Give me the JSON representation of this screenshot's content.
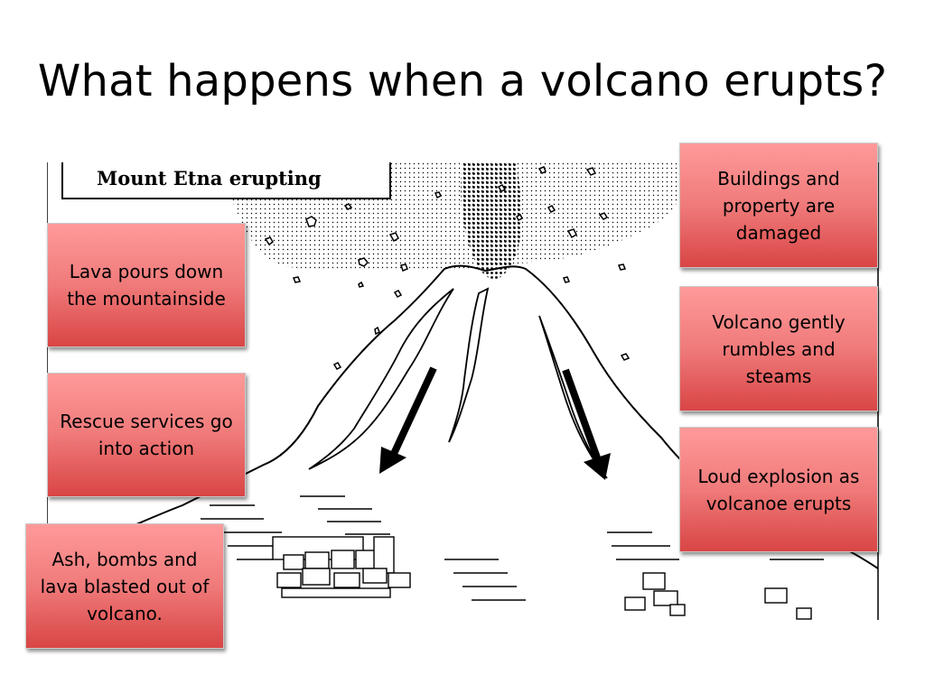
{
  "title": "What happens when a volcano erupts?",
  "diagram": {
    "caption": "Mount Etna erupting"
  },
  "cards": {
    "lava": "Lava pours down the mountainside",
    "rescue": "Rescue services go into action",
    "ash": "Ash, bombs and lava blasted out of volcano.",
    "buildings": "Buildings and property are damaged",
    "rumbles": "Volcano gently rumbles and steams",
    "explosion": "Loud explosion as volcanoe erupts"
  },
  "colors": {
    "card_top": "#ff9a9a",
    "card_bottom": "#d94545",
    "line": "#000000"
  }
}
